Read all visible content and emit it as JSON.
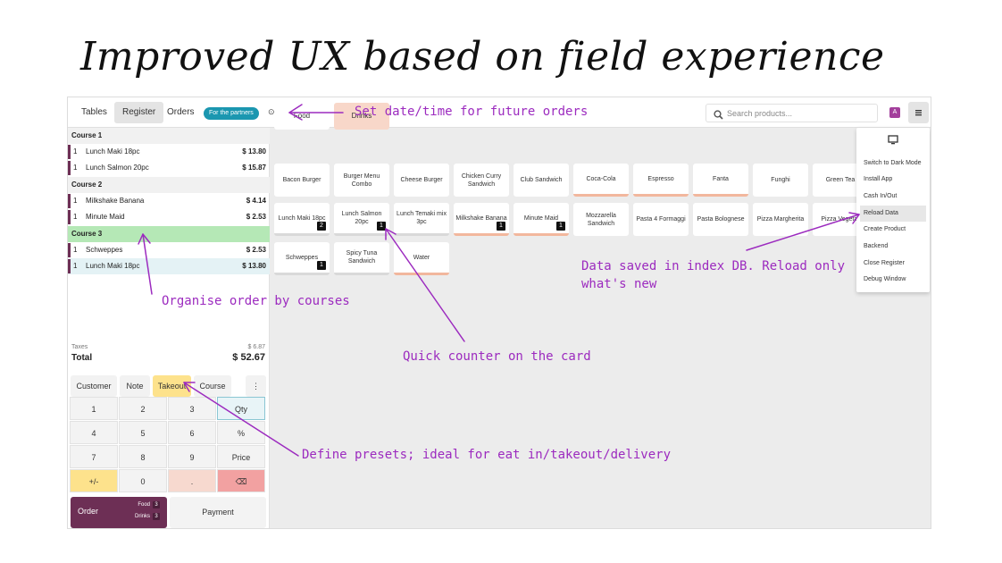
{
  "slide": {
    "title": "Improved UX based on field experience"
  },
  "topbar": {
    "tabs": [
      {
        "label": "Tables"
      },
      {
        "label": "Register"
      },
      {
        "label": "Orders"
      }
    ],
    "partner_badge": "For the partners",
    "clock": "⊙ --:--",
    "search_placeholder": "Search products...",
    "avatar": "A",
    "icons": {
      "search": "search-icon",
      "menu": "hamburger-menu-icon",
      "monitor": "monitor-icon"
    }
  },
  "order": {
    "courses": [
      {
        "label": "Course 1",
        "lines": [
          {
            "qty": "1",
            "name": "Lunch Maki 18pc",
            "price": "$ 13.80"
          },
          {
            "qty": "1",
            "name": "Lunch Salmon 20pc",
            "price": "$ 15.87"
          }
        ]
      },
      {
        "label": "Course 2",
        "lines": [
          {
            "qty": "1",
            "name": "Milkshake Banana",
            "price": "$ 4.14"
          },
          {
            "qty": "1",
            "name": "Minute Maid",
            "price": "$ 2.53"
          }
        ]
      },
      {
        "label": "Course 3",
        "lines": [
          {
            "qty": "1",
            "name": "Schweppes",
            "price": "$ 2.53"
          },
          {
            "qty": "1",
            "name": "Lunch Maki 18pc",
            "price": "$ 13.80"
          }
        ]
      }
    ],
    "taxes_label": "Taxes",
    "taxes_value": "$ 6.87",
    "total_label": "Total",
    "total_value": "$ 52.67"
  },
  "actions": [
    {
      "label": "Customer"
    },
    {
      "label": "Note"
    },
    {
      "label": "Takeout"
    },
    {
      "label": "Course"
    },
    {
      "label": "⋮"
    }
  ],
  "numpad": [
    [
      "1",
      "2",
      "3",
      "Qty"
    ],
    [
      "4",
      "5",
      "6",
      "%"
    ],
    [
      "7",
      "8",
      "9",
      "Price"
    ],
    [
      "+/-",
      "0",
      ".",
      "⌫"
    ]
  ],
  "order_button": {
    "label": "Order",
    "counts": [
      {
        "name": "Food",
        "count": "3"
      },
      {
        "name": "Drinks",
        "count": "3"
      }
    ]
  },
  "payment_button": "Payment",
  "categories": [
    {
      "label": "Food"
    },
    {
      "label": "Drinks"
    }
  ],
  "products": [
    {
      "name": "Bacon Burger",
      "count": ""
    },
    {
      "name": "Burger Menu Combo",
      "count": ""
    },
    {
      "name": "Cheese Burger",
      "count": ""
    },
    {
      "name": "Chicken Curry Sandwich",
      "count": ""
    },
    {
      "name": "Club Sandwich",
      "count": ""
    },
    {
      "name": "Coca-Cola",
      "count": ""
    },
    {
      "name": "Espresso",
      "count": ""
    },
    {
      "name": "Fanta",
      "count": ""
    },
    {
      "name": "Funghi",
      "count": ""
    },
    {
      "name": "Green Tea",
      "count": ""
    },
    {
      "name": "Lunch Maki 18pc",
      "count": "2"
    },
    {
      "name": "Lunch Salmon 20pc",
      "count": "1"
    },
    {
      "name": "Lunch Temaki mix 3pc",
      "count": ""
    },
    {
      "name": "Milkshake Banana",
      "count": "1"
    },
    {
      "name": "Minute Maid",
      "count": "1"
    },
    {
      "name": "Mozzarella Sandwich",
      "count": ""
    },
    {
      "name": "Pasta 4 Formaggi",
      "count": ""
    },
    {
      "name": "Pasta Bolognese",
      "count": ""
    },
    {
      "name": "Pizza Margherita",
      "count": ""
    },
    {
      "name": "Pizza Vegetar",
      "count": ""
    },
    {
      "name": "Schweppes",
      "count": "1"
    },
    {
      "name": "Spicy Tuna Sandwich",
      "count": ""
    },
    {
      "name": "Water",
      "count": ""
    }
  ],
  "menu_items": [
    {
      "label": "Switch to Dark Mode"
    },
    {
      "label": "Install App"
    },
    {
      "label": "Cash In/Out"
    },
    {
      "label": "Reload Data"
    },
    {
      "label": "Create Product"
    },
    {
      "label": "Backend"
    },
    {
      "label": "Close Register"
    },
    {
      "label": "Debug Window"
    }
  ],
  "annotations": [
    {
      "text": "Set date/time for future orders"
    },
    {
      "text": "Organise order by courses"
    },
    {
      "text": "Quick counter on the card"
    },
    {
      "text": "Data saved in index DB. Reload only"
    },
    {
      "text": "what's new"
    },
    {
      "text": "Define presets; ideal for eat in/takeout/delivery"
    }
  ],
  "colors": {
    "annotation": "#9c2bbf",
    "order_accent": "#6d2f55",
    "partner_badge": "#1b97b0",
    "selected_course": "#b5e8b6",
    "takeout": "#fde28c",
    "drinks": "#f8d7c9",
    "backspace": "#f2a1a1"
  }
}
